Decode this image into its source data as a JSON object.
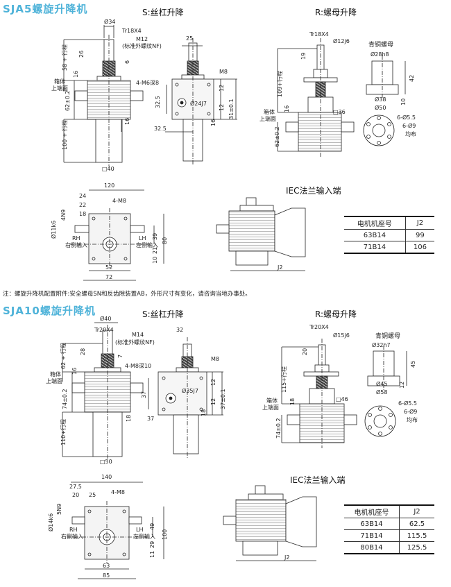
{
  "sja5": {
    "title": "SJA5螺旋升降机",
    "s_label": "S:丝杠升降",
    "r_label": "R:螺母升降",
    "iec_label": "IEC法兰输入端",
    "bronze_nut": "青铜螺母",
    "front": {
      "d34": "Ø34",
      "tr": "Tr18X4",
      "m12": "M12",
      "std": "(标准外螺纹NF)",
      "l26": "26",
      "l6": "6",
      "l58": "58 + 行程",
      "l16a": "16",
      "l62": "62±0.2",
      "box1": "箱体",
      "box2": "上端面",
      "l100": "100 + 行程",
      "l16b": "16",
      "sq40": "□40"
    },
    "side": {
      "l25": "25",
      "m8": "M8",
      "m6": "4-M6深8",
      "l12a": "12",
      "l32": "32.5",
      "d24": "Ø24J7",
      "l12b": "12",
      "l16": "16",
      "l31": "31±0.1",
      "l325": "32.5"
    },
    "rnut": {
      "tr": "Tr18X4",
      "d12": "Ø12j6",
      "l19": "19",
      "l109": "109+行程",
      "l16": "16",
      "sq36": "□36",
      "box1": "箱体",
      "box2": "上端面",
      "l62": "62±0.2"
    },
    "bronze": {
      "d28": "Ø28h8",
      "l42": "42",
      "d38": "Ø38",
      "d50": "Ø50",
      "l10": "10"
    },
    "flange": {
      "h1": "6-Ø5.5",
      "h2": "6-Ø9",
      "even": "均布"
    },
    "top": {
      "l120": "120",
      "l24": "24",
      "l22": "22",
      "l18": "18",
      "m8": "4-M8",
      "n9": "4N9",
      "d11": "Ø11k6",
      "rh": "RH",
      "rh2": "右侧输入",
      "lh": "LH",
      "lh2": "左侧输入",
      "l39": "39",
      "l80": "80",
      "l10": "10",
      "l21": "21",
      "l52": "52",
      "l72": "72"
    },
    "iec": {
      "j2": "J2"
    },
    "table": {
      "h1": "电机机座号",
      "h2": "J2",
      "rows": [
        [
          "63B14",
          "99"
        ],
        [
          "71B14",
          "106"
        ]
      ]
    }
  },
  "note": "注：螺旋升降机配置附件:安全螺母SN和反齿隙装置AB，外形尺寸有变化，请咨询当地办事处。",
  "sja10": {
    "title": "SJA10螺旋升降机",
    "s_label": "S:丝杠升降",
    "r_label": "R:螺母升降",
    "iec_label": "IEC法兰输入端",
    "bronze_nut": "青铜螺母",
    "front": {
      "d40": "Ø40",
      "tr": "Tr20X4",
      "m14": "M14",
      "std": "(标准外螺纹NF)",
      "l28": "28",
      "l7": "7",
      "l62": "62 + 行程",
      "l16a": "16",
      "box1": "箱体",
      "box2": "上端面",
      "l74": "74±0.2",
      "l18": "18",
      "l110": "110+行程",
      "sq50": "□50"
    },
    "side": {
      "l32": "32",
      "m8": "M8",
      "m8d": "4-M8深10",
      "l12a": "12",
      "l37": "37",
      "d35": "Ø35J7",
      "l12b": "12",
      "l18": "18",
      "l37b": "37±0.1",
      "l37c": "37"
    },
    "rnut": {
      "tr": "Tr20X4",
      "d15": "Ø15j6",
      "l20": "20",
      "l115": "115+行程",
      "l18": "18",
      "sq46": "□46",
      "box1": "箱体",
      "box2": "上端面",
      "l74": "74±0.2"
    },
    "bronze": {
      "d32": "Ø32h7",
      "l45": "45",
      "d45": "Ø45",
      "d58": "Ø58",
      "l12": "12"
    },
    "flange": {
      "h1": "6-Ø5.5",
      "h2": "6-Ø9",
      "even": "均布"
    },
    "top": {
      "l140": "140",
      "l275": "27.5",
      "l20": "20",
      "l25": "25",
      "m8": "4-M8",
      "n9": "5N9",
      "d14": "Ø14k6",
      "rh": "RH",
      "rh2": "右侧输入",
      "lh": "LH",
      "lh2": "左侧输入",
      "l49": "49",
      "l100": "100",
      "l11": "11",
      "l29": "29",
      "l63": "63",
      "l85": "85"
    },
    "iec": {
      "j2": "J2"
    },
    "table": {
      "h1": "电机机座号",
      "h2": "J2",
      "rows": [
        [
          "63B14",
          "62.5"
        ],
        [
          "71B14",
          "115.5"
        ],
        [
          "80B14",
          "125.5"
        ]
      ]
    }
  },
  "colors": {
    "accent": "#4fb3d9",
    "line": "#222222",
    "body": "#f4f4f4"
  }
}
